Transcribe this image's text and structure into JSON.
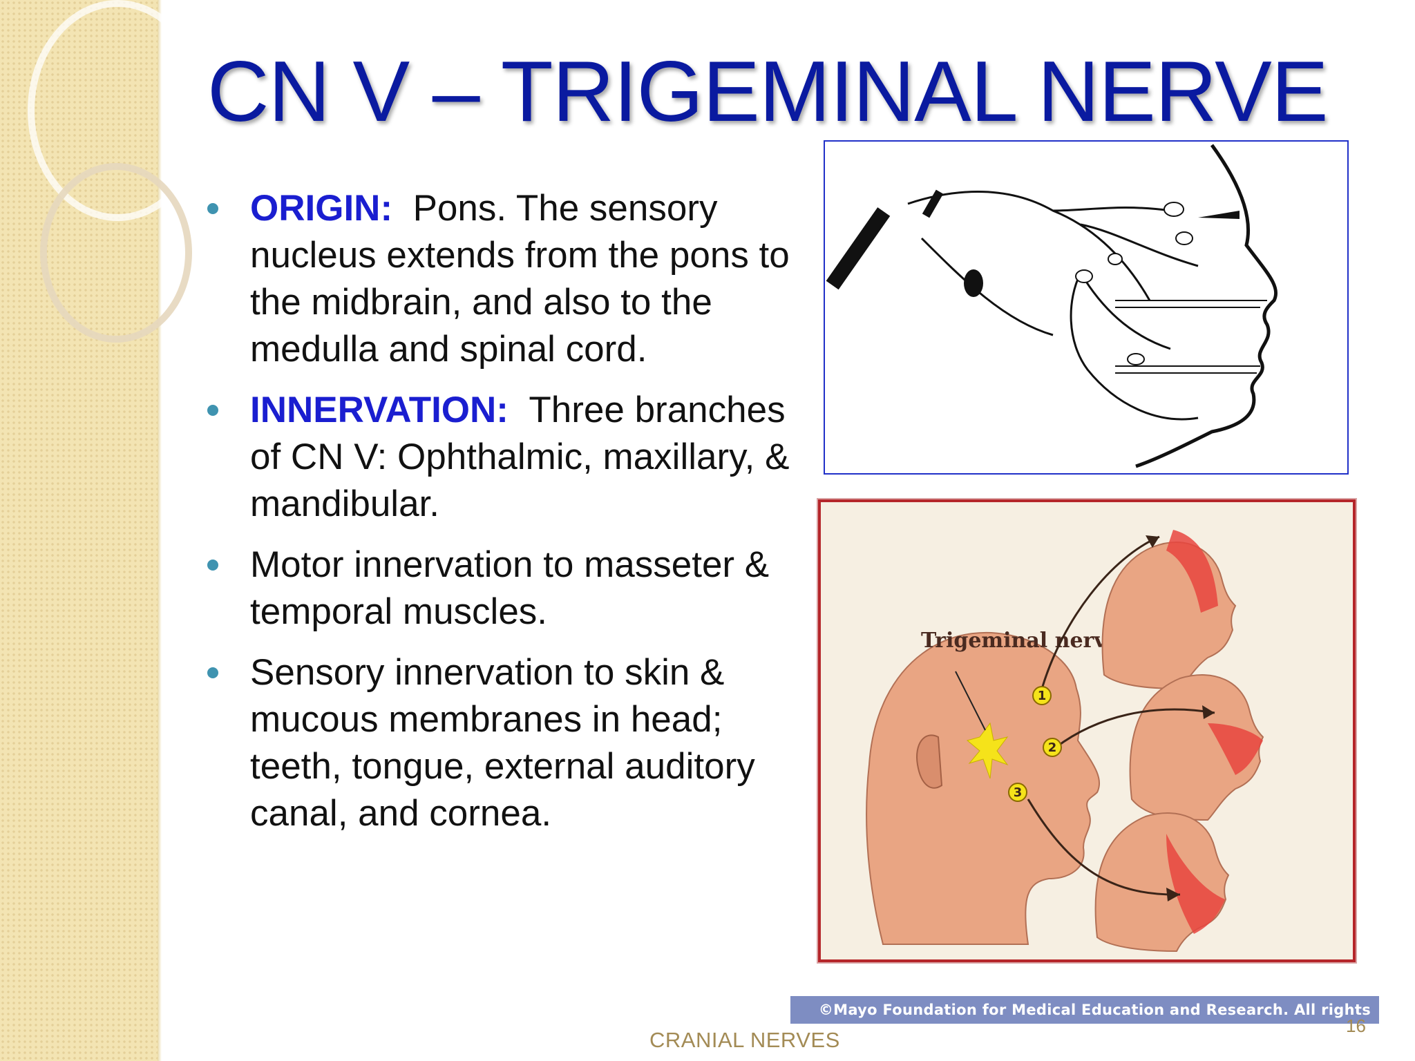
{
  "slide": {
    "title": "CN V – TRIGEMINAL NERVE",
    "footer": "CRANIAL NERVES",
    "page_number": "16"
  },
  "bullets": [
    {
      "keyword": "ORIGIN:",
      "text": "Pons. The sensory nucleus extends from the pons to the midbrain, and also to the medulla and spinal cord."
    },
    {
      "keyword": "INNERVATION:",
      "text": "Three branches of CN V: Ophthalmic, maxillary, & mandibular."
    },
    {
      "keyword": "",
      "text": "Motor innervation to masseter & temporal muscles."
    },
    {
      "keyword": "",
      "text": "Sensory innervation to skin & mucous membranes in head; teeth, tongue, external auditory canal, and cornea."
    }
  ],
  "figure2": {
    "label": "Trigeminal nerve",
    "markers": [
      "1",
      "2",
      "3"
    ],
    "credit": "©Mayo Foundation for Medical Education and Research. All rights reserved."
  },
  "colors": {
    "title": "#0a1aa0",
    "keyword": "#1a1ed0",
    "bullet": "#3f93b0",
    "sidebar": "#f3e4b3",
    "footer": "#a38b55",
    "frame": "#b5262a"
  }
}
